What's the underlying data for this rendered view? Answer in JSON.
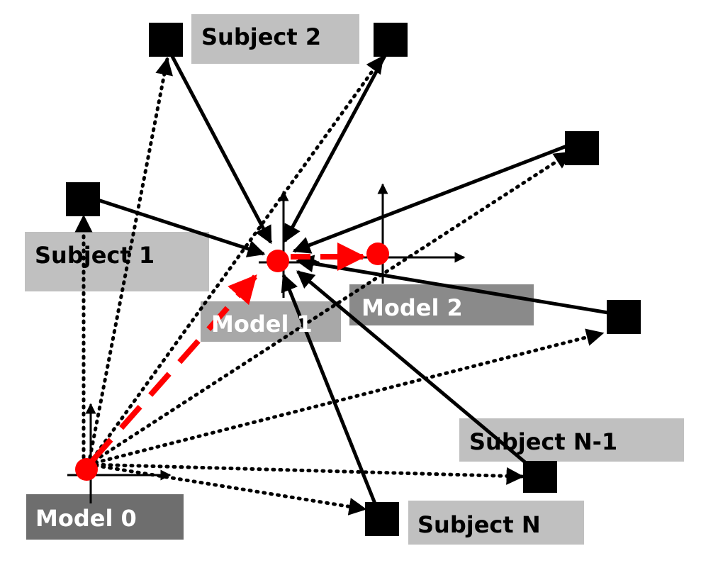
{
  "labels": {
    "subject_1": "Subject 1",
    "subject_2": "Subject 2",
    "subject_n_minus_1": "Subject N-1",
    "subject_n": "Subject N",
    "model_0": "Model 0",
    "model_1": "Model 1",
    "model_2": "Model 2"
  },
  "colors": {
    "subject_box": "#c0c0c0",
    "model_box_dark": "#6e6e6e",
    "model_box_mid": "#8a8a8a",
    "model_box_light": "#a8a8a8",
    "arrow": "#000000",
    "model_point": "#ff0000",
    "subject_marker": "#000000"
  },
  "icons": {
    "subject_marker": "black-square",
    "model_marker": "red-circle-with-axes"
  }
}
